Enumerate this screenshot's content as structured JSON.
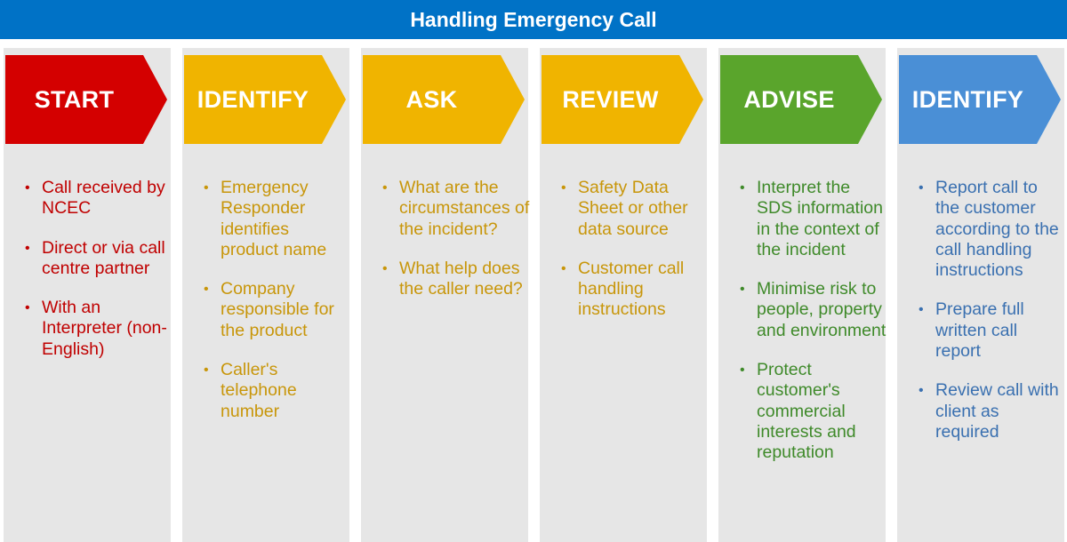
{
  "header": {
    "title": "Handling Emergency Call"
  },
  "columns": [
    {
      "label": "START",
      "color": "#d40000",
      "text_color": "#c00000",
      "items": [
        "Call received by NCEC",
        "Direct or via call centre partner",
        "With an Interpreter (non-English)"
      ]
    },
    {
      "label": "IDENTIFY",
      "color": "#f0b400",
      "text_color": "#c8960a",
      "items": [
        "Emergency Responder identifies product name",
        "Company responsible for the product",
        "Caller's telephone number"
      ]
    },
    {
      "label": "ASK",
      "color": "#f0b400",
      "text_color": "#c8960a",
      "items": [
        "What are the circumstances of the incident?",
        "What help does the caller need?"
      ]
    },
    {
      "label": "REVIEW",
      "color": "#f0b400",
      "text_color": "#c8960a",
      "items": [
        "Safety Data Sheet or other data source",
        "Customer call handling instructions"
      ]
    },
    {
      "label": "ADVISE",
      "color": "#5aa52c",
      "text_color": "#3f8a2a",
      "items": [
        "Interpret the SDS information in the context of the incident",
        "Minimise risk to people, property and environment",
        "Protect customer's commercial interests and reputation"
      ]
    },
    {
      "label": "IDENTIFY",
      "color": "#4a8fd6",
      "text_color": "#3a70b0",
      "items": [
        "Report call to the customer according to the call handling instructions",
        "Prepare full written call report",
        "Review call with client as required"
      ]
    }
  ]
}
